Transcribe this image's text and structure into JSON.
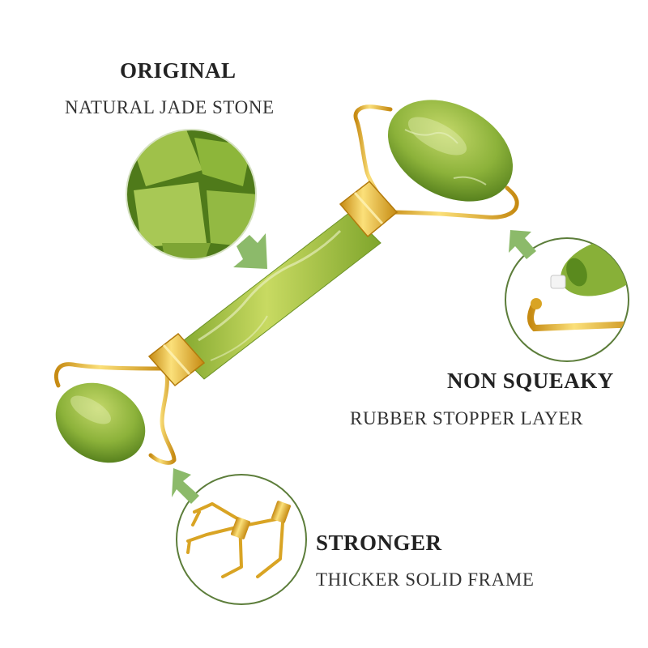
{
  "callouts": [
    {
      "title": "ORIGINAL",
      "subtitle": "NATURAL JADE STONE"
    },
    {
      "title": "NON SQUEAKY",
      "subtitle": "RUBBER STOPPER LAYER"
    },
    {
      "title": "STRONGER",
      "subtitle": "THICKER SOLID FRAME"
    }
  ],
  "colors": {
    "jade_light": "#b7cf55",
    "jade_mid": "#8fb23a",
    "jade_dark": "#5e8a22",
    "gold": "#e3b027",
    "gold_light": "#fbe07a",
    "arrow": "#8cba6a",
    "circle_border": "#5c7d3a"
  }
}
